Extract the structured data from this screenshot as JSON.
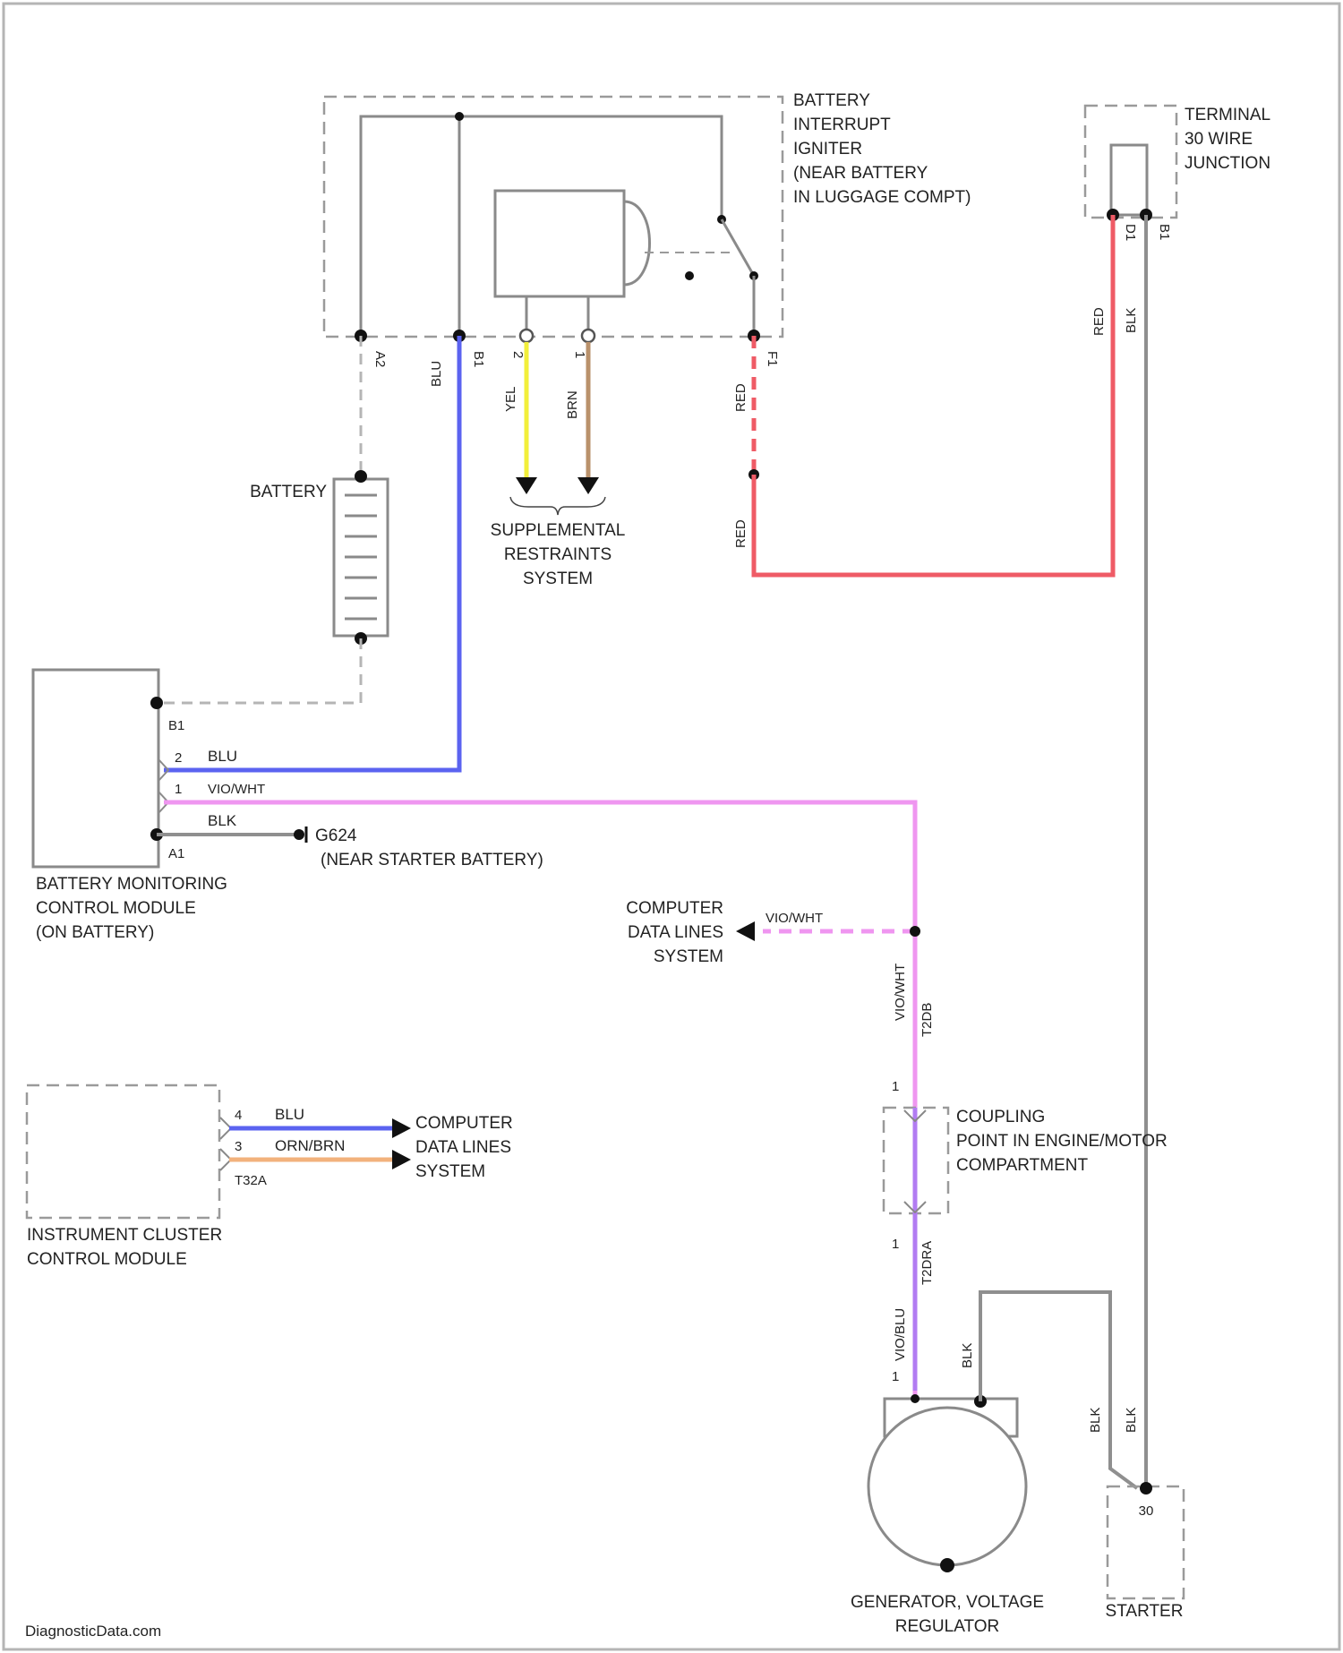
{
  "components": {
    "interrupt_igniter": [
      "BATTERY",
      "INTERRUPT",
      "IGNITER",
      "(NEAR BATTERY",
      "IN LUGGAGE COMPT)"
    ],
    "terminal_junction": [
      "TERMINAL",
      "30 WIRE",
      "JUNCTION"
    ],
    "battery": "BATTERY",
    "srs": [
      "SUPPLEMENTAL",
      "RESTRAINTS",
      "SYSTEM"
    ],
    "bmcm": [
      "BATTERY MONITORING",
      "CONTROL MODULE",
      "(ON BATTERY)"
    ],
    "ground": [
      "G624",
      "(NEAR STARTER BATTERY)"
    ],
    "computer_data_1": [
      "COMPUTER",
      "DATA LINES",
      "SYSTEM"
    ],
    "coupling": [
      "COUPLING",
      "POINT IN ENGINE/MOTOR",
      "COMPARTMENT"
    ],
    "instrument_cluster": [
      "INSTRUMENT CLUSTER",
      "CONTROL MODULE"
    ],
    "computer_data_2": [
      "COMPUTER",
      "DATA LINES",
      "SYSTEM"
    ],
    "generator": [
      "GENERATOR, VOLTAGE",
      "REGULATOR"
    ],
    "starter": "STARTER",
    "starter_pin": "30"
  },
  "pins": {
    "a2": "A2",
    "b1_top": "B1",
    "p2": "2",
    "p1": "1",
    "f1": "F1",
    "tj_d1": "D1",
    "tj_b1": "B1",
    "bm_b1": "B1",
    "bm_2": "2",
    "bm_1": "1",
    "bm_a1": "A1",
    "ic_4": "4",
    "ic_3": "3",
    "ic_conn": "T32A",
    "cp_top": "1",
    "cp_bot": "1",
    "cp_conn_top": "T2DB",
    "cp_conn_bot": "T2DRA",
    "gen_pin": "1"
  },
  "wire_labels": {
    "blu_vertical": "BLU",
    "yel": "YEL",
    "brn": "BRN",
    "red_1": "RED",
    "red_2": "RED",
    "red_right": "RED",
    "blk_right": "BLK",
    "bm_blu": "BLU",
    "bm_vio": "VIO/WHT",
    "bm_blk": "BLK",
    "cd_vio": "VIO/WHT",
    "vio_vertical": "VIO/WHT",
    "viobl": "VIO/BLU",
    "ic_blu": "BLU",
    "ic_orn": "ORN/BRN",
    "gen_blk": "BLK",
    "st_blk_1": "BLK",
    "st_blk_2": "BLK"
  },
  "watermark": "DiagnosticData.com",
  "colors": {
    "blue": "#5b63f0",
    "yellow": "#f2ef3a",
    "brown": "#b9916b",
    "red": "#ef5b66",
    "violet": "#ef96f0",
    "violet_blue": "#b27cf2",
    "orange": "#f2b27c",
    "gray": "#8f8f8f"
  }
}
